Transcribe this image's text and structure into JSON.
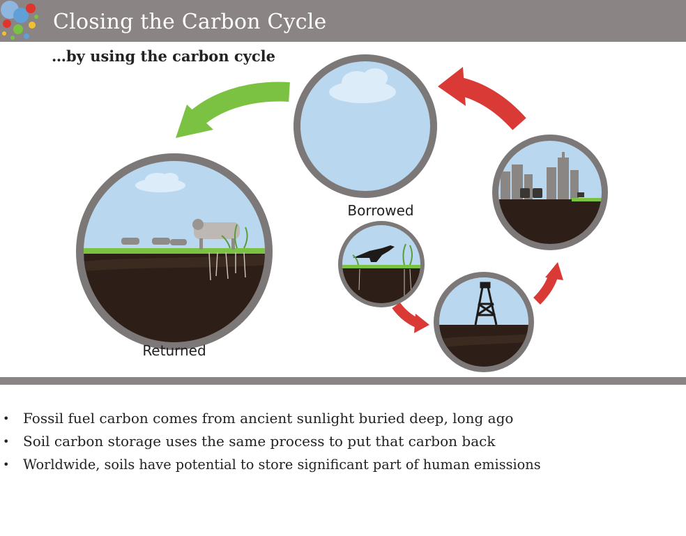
{
  "header": {
    "title": "Closing the Carbon Cycle",
    "subtitle": "…by using the carbon cycle"
  },
  "diagram": {
    "labels": {
      "returned": "Returned",
      "borrowed": "Borrowed"
    },
    "stages": [
      "atmosphere-icon",
      "returned-pasture-icon",
      "borrowed-dinosaur-icon",
      "oil-derrick-icon",
      "city-icon"
    ],
    "colors": {
      "ring": "#7d7878",
      "sky": "#b9d8ef",
      "soil": "#2d1e18",
      "grass": "#7cc242",
      "arrow_green": "#7cc242",
      "arrow_red": "#d93a36"
    }
  },
  "bullets": [
    "Fossil fuel carbon comes from ancient sunlight buried deep, long ago",
    "Soil carbon storage uses the same process to put that carbon back",
    "Worldwide, soils have potential to store significant part of  human emissions"
  ],
  "theme": {
    "header_bg": "#8a8484",
    "bullet_symbol": "•"
  }
}
